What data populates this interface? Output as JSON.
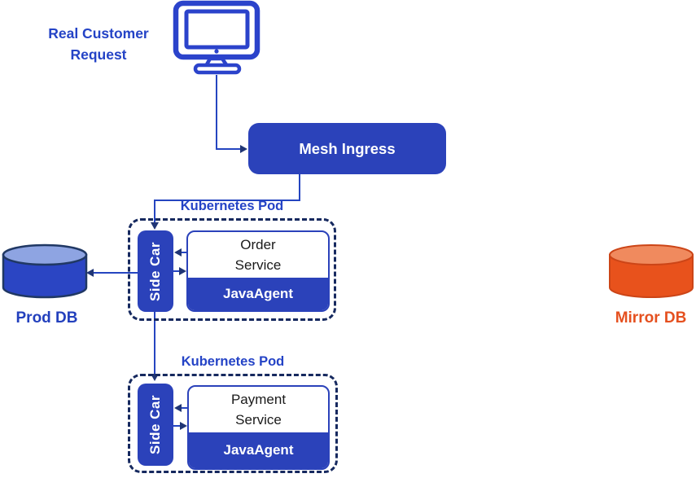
{
  "diagram": {
    "customer": {
      "line1": "Real Customer",
      "line2": "Request"
    },
    "mesh_ingress_label": "Mesh Ingress",
    "pods": [
      {
        "title": "Kubernetes Pod",
        "sidecar_label": "Side Car",
        "service_line1": "Order",
        "service_line2": "Service",
        "agent_label": "JavaAgent"
      },
      {
        "title": "Kubernetes Pod",
        "sidecar_label": "Side Car",
        "service_line1": "Payment",
        "service_line2": "Service",
        "agent_label": "JavaAgent"
      }
    ],
    "databases": {
      "prod_label": "Prod DB",
      "mirror_label": "Mirror DB"
    },
    "colors": {
      "node_blue": "#2b42ba",
      "label_blue": "#2443c6",
      "dashed_navy": "#16295f",
      "connector_blue": "#2545c0",
      "arrowhead_navy": "#203575",
      "db_blue_body": "#2b45c3",
      "db_blue_top": "#8ea4e2",
      "db_blue_outline": "#203864",
      "db_orange_body": "#e8521c",
      "db_orange_top": "#f08a5e",
      "db_orange_outline": "#cc4517",
      "service_text": "#1a1a1a"
    }
  }
}
